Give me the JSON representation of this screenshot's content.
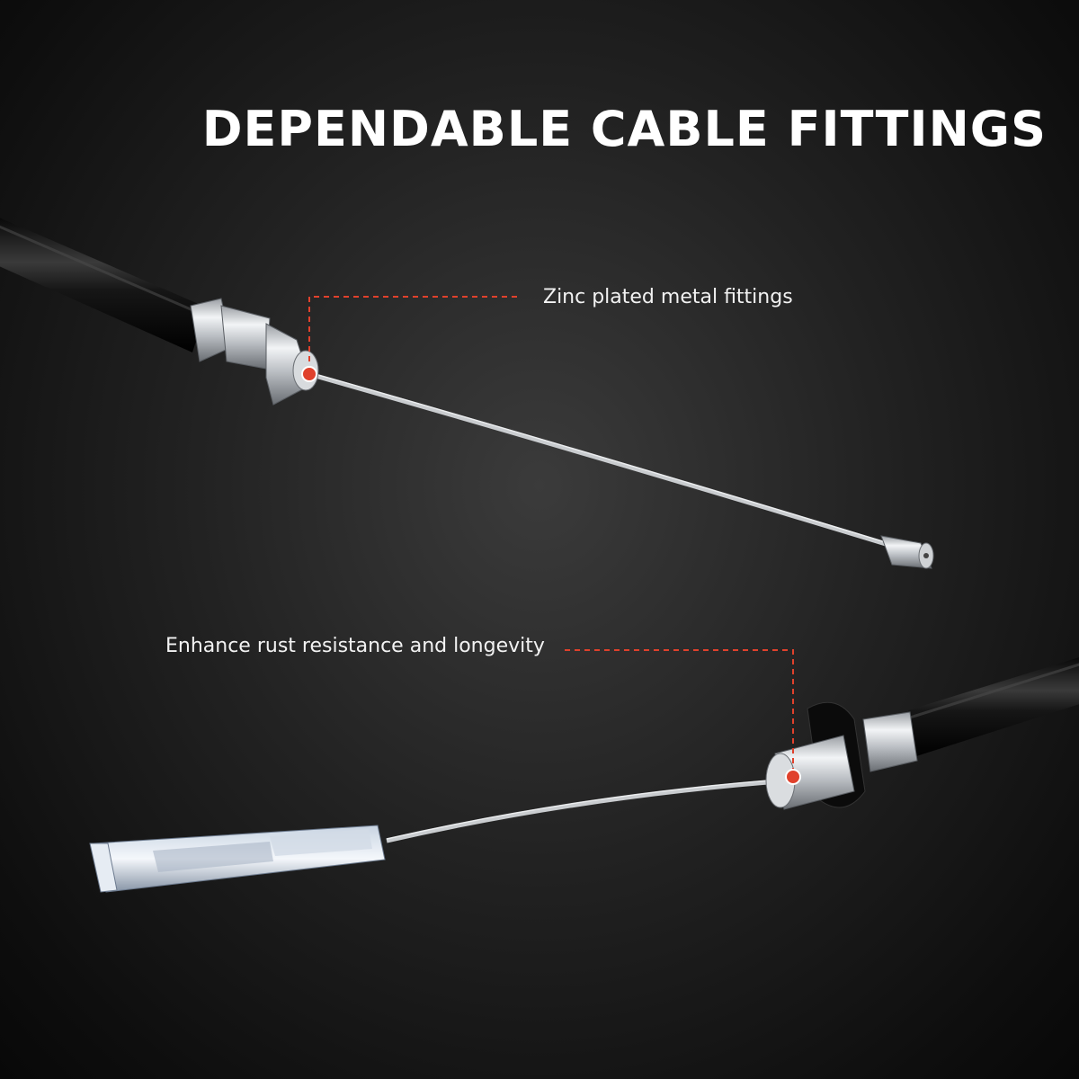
{
  "headline": "DEPENDABLE CABLE FITTINGS",
  "callouts": [
    {
      "text": "Zinc plated metal fittings"
    },
    {
      "text": "Enhance rust resistance and longevity"
    }
  ],
  "colors": {
    "background": "#1a1a1a",
    "accent": "#e0412c",
    "text": "#ffffff"
  }
}
